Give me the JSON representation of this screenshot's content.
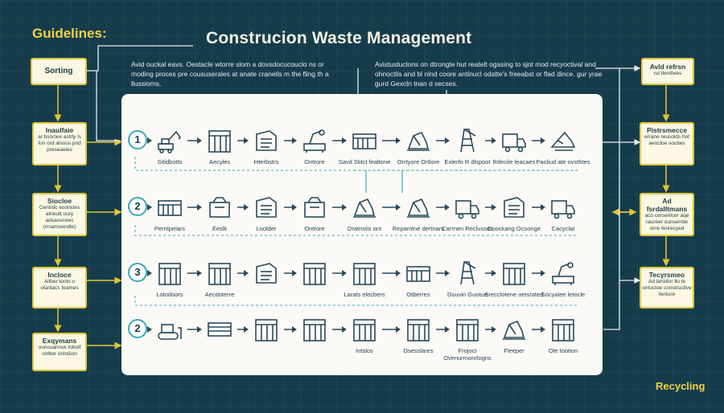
{
  "header": {
    "guidelines": "Guidelines:",
    "title": "Construcion Waste Management"
  },
  "notes": {
    "left": "Avid ouckal eavs. Oestacle wtorre slom a dovsdocucouclo ns or moding proces pre coususerales at anate cranells m the fling th a llussioms.",
    "right": "Avistustuclons on dtrongte hut reatelt ogasing to sjot mod recyoctival and ohnoctlis and bl nlnd coore antinucl odatte's freeabst or flad dince. gur yrae gurd Gexcln tnan d secses."
  },
  "left_boxes": [
    {
      "title": "Sorting",
      "text": ""
    },
    {
      "title": "Inaulfaie",
      "text": "ar bsoclee astrly ls fon ord alsous pnd preseaeies"
    },
    {
      "title": "Siocloe",
      "text": "Centrdc eooncles atrieutt oury adsaosrvies (rrnamoendle)"
    },
    {
      "title": "Incloce",
      "text": "Aitber toolo o ofanlacs feames"
    },
    {
      "title": "Exqymans",
      "text": "ouncuannsk tobolf onlber onlstiion"
    }
  ],
  "right_boxes": [
    {
      "title": "Avld refrsn",
      "text": "rul tlwnttees"
    },
    {
      "title": "Pistrsmecce",
      "text": "errane reusolds hut aeocloe souties"
    },
    {
      "title": "Ad fsrdalltmans",
      "text": "aco cerserilcer aqe raureer ounserrtte sirre fenrecyed"
    },
    {
      "title": "Tecyrsmeo",
      "text": "Ad larsiitor llo te ontuctoe constructlve fenture"
    }
  ],
  "rows": [
    {
      "badge": "1",
      "labels": [
        "Sitidbotts",
        "Aecyles",
        "Hterbstrs",
        "Ontrore",
        "Savd Stitct fealtone",
        "Orrtyore Ortlore",
        "Exlerfo R dlspoot",
        "Rdecile leacaes",
        "Pacliud ate ovsthtes"
      ]
    },
    {
      "badge": "2",
      "labels": [
        "Perntpelars",
        "Eeslk",
        "Loolder",
        "Ontrore",
        "Dratnstis ont",
        "Repamtne dertnars",
        "Carrnen Reclusses",
        "Coockang Ocsonge",
        "Cacyclat"
      ]
    },
    {
      "badge": "3",
      "labels": [
        "Lotodoors",
        "Aecdoterre",
        "",
        "",
        "Larats elecbers",
        "Otberres",
        "Duuvin Guotue",
        "Srecclotene oetsrated",
        "Socyalee letocle"
      ]
    },
    {
      "badge": "2",
      "labels": [
        "",
        "",
        "",
        "",
        "Intslos",
        "Dsesslares",
        "Frojoct Ovenurmonrlogns",
        "Fleeper",
        "Ole tootion"
      ]
    }
  ],
  "footer": {
    "recycling": "Recycling"
  },
  "colors": {
    "background": "#163c4b",
    "accent": "#e1c53a",
    "teal": "#3aa8b8",
    "panel": "#fbfaf6",
    "icon": "#2a4a5c"
  }
}
